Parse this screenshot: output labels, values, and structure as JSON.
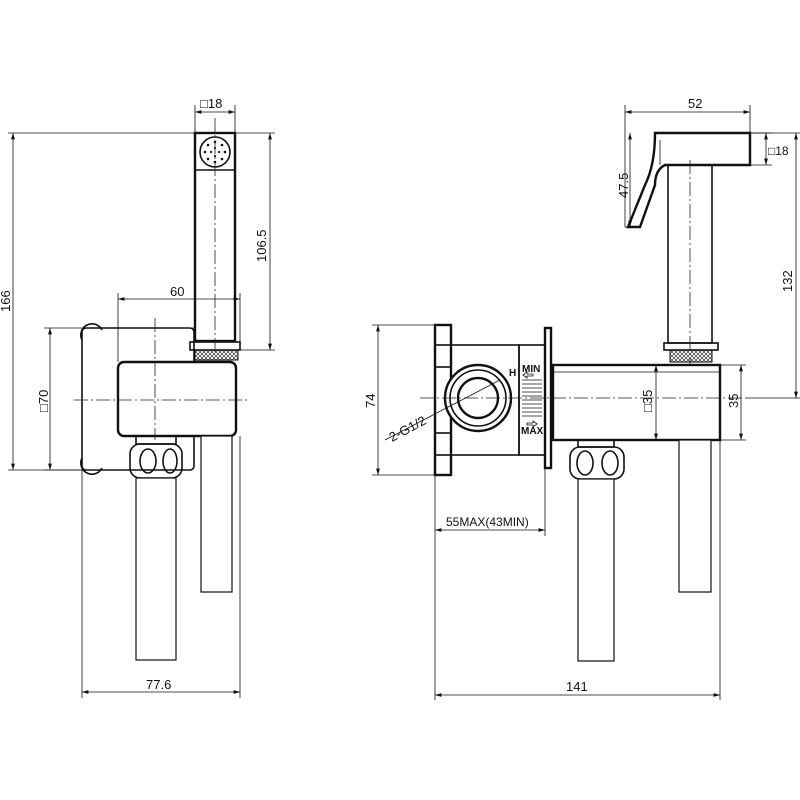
{
  "left_view": {
    "dim_handset_square": "□18",
    "dim_total_height": "166",
    "dim_handset_length": "106.5",
    "dim_offset": "60",
    "dim_plate_square": "□70",
    "dim_total_width": "77.6"
  },
  "right_view": {
    "dim_head_length": "52",
    "dim_head_square": "□18",
    "dim_lever_height": "47.5",
    "dim_head_to_axis": "132",
    "dim_valve_height": "74",
    "thread_label": "2-G1/2",
    "hot_marker": "H",
    "min_marker": "MIN",
    "max_marker": "MAX",
    "dim_body_square": "□35",
    "dim_body_height": "35",
    "dim_install_depth": "55MAX(43MIN)",
    "dim_total_depth": "141"
  }
}
